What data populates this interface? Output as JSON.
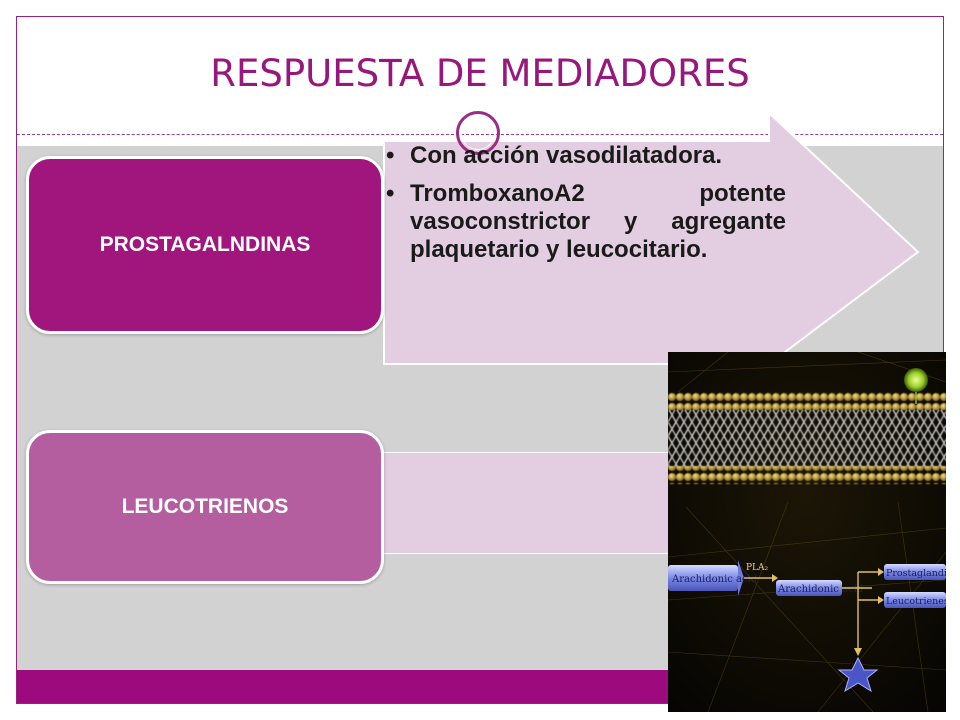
{
  "slide": {
    "title": "RESPUESTA DE MEDIADORES"
  },
  "mediators": [
    {
      "label": "PROSTAGALNDINAS",
      "points": [
        "Con acción vasodilatadora.",
        "TromboxanoA2 potente vasoconstrictor y agregante plaquetario y leucocitario."
      ]
    },
    {
      "label": "LEUCOTRIENOS",
      "points": []
    }
  ],
  "photo": {
    "labels": {
      "arachidonic_left": "Arachidonic acid",
      "pla": "PLA₂",
      "arachidonic_right": "Arachidonic acid",
      "prostaglandins": "Prostaglandins",
      "leucotrienes": "Leucotrienes"
    }
  },
  "colors": {
    "accent": "#98177d",
    "box_primary": "#a0167d",
    "box_secondary": "#b45ea0",
    "arrow_fill": "#e3cde0",
    "bottom_bar": "#9c0a7d"
  }
}
